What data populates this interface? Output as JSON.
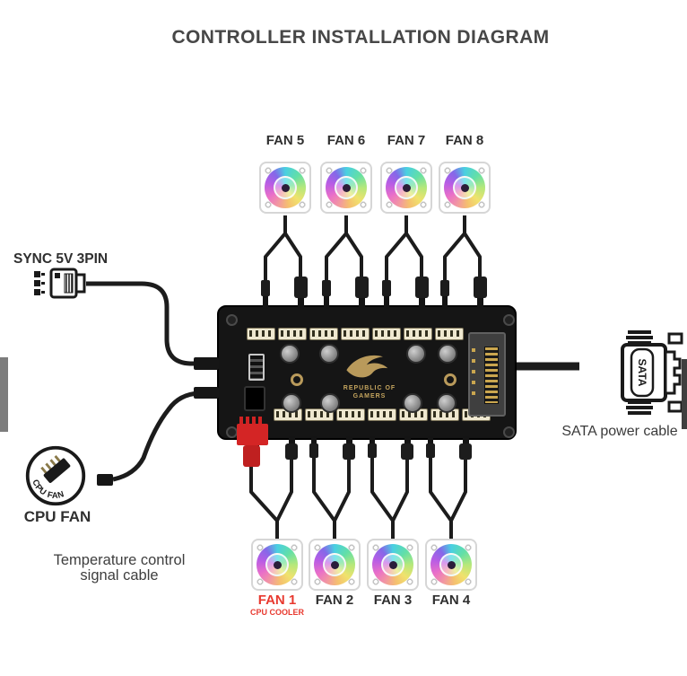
{
  "title": "CONTROLLER INSTALLATION DIAGRAM",
  "fans": {
    "top": [
      {
        "label": "FAN 5"
      },
      {
        "label": "FAN 6"
      },
      {
        "label": "FAN 7"
      },
      {
        "label": "FAN 8"
      }
    ],
    "bottom": [
      {
        "label": "FAN 1",
        "sublabel": "CPU COOLER"
      },
      {
        "label": "FAN 2"
      },
      {
        "label": "FAN 3"
      },
      {
        "label": "FAN 4"
      }
    ]
  },
  "left_side": {
    "sync_label": "SYNC 5V 3PIN",
    "cpu_fan_badge_text": "CPU FAN",
    "cpu_fan_label": "CPU FAN",
    "temp_cable_line1": "Temperature control",
    "temp_cable_line2": "signal cable"
  },
  "right_side": {
    "sata_plug_text": "SATA",
    "sata_label": "SATA power cable"
  },
  "board": {
    "brand_line1": "REPUBLIC OF",
    "brand_line2": "GAMERS"
  },
  "colors": {
    "fan1_highlight_red": "#e8392f",
    "rog_gold": "#b99a5b",
    "board_black": "#151515",
    "cable_black": "#1c1c1c",
    "fan_red_connector": "#d42525",
    "label_gray": "#3e3e3e"
  }
}
